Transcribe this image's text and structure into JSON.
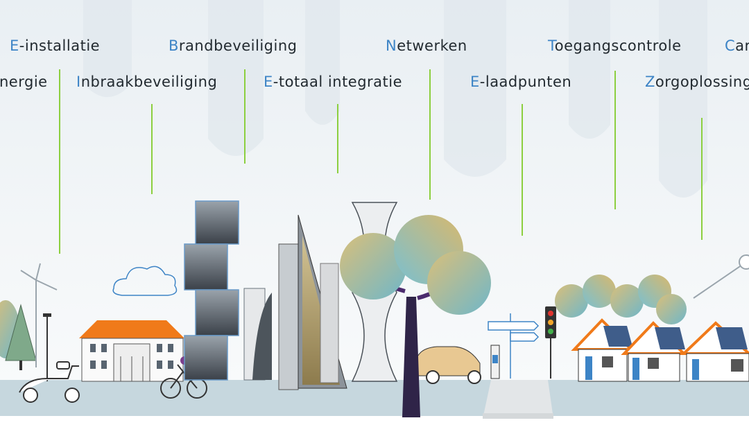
{
  "services": [
    {
      "id": "e-installatie",
      "first": "E",
      "rest": "-installatie"
    },
    {
      "id": "energie",
      "first": "",
      "rest": "nergie"
    },
    {
      "id": "brandbeveiliging",
      "first": "B",
      "rest": "randbeveiliging"
    },
    {
      "id": "inbraakbeveiliging",
      "first": "I",
      "rest": "nbraakbeveiliging"
    },
    {
      "id": "netwerken",
      "first": "N",
      "rest": "etwerken"
    },
    {
      "id": "e-totaal-integratie",
      "first": "E",
      "rest": "-totaal integratie"
    },
    {
      "id": "toegangscontrole",
      "first": "T",
      "rest": "oegangscontrole"
    },
    {
      "id": "e-laadpunten",
      "first": "E",
      "rest": "-laadpunten"
    },
    {
      "id": "camera",
      "first": "C",
      "rest": "ar"
    },
    {
      "id": "zorgoplossingen",
      "first": "Z",
      "rest": "orgoplossing"
    }
  ],
  "colors": {
    "accent_letter": "#3d84c6",
    "label_text": "#222a30",
    "connector_line": "#8ccf3f",
    "road": "#c6d7de",
    "roof_orange": "#f07a1a",
    "solar_panel": "#3f5d8a"
  },
  "icons": [
    "cloud-icon",
    "wind-turbine-icon",
    "scooter-icon",
    "bicycle-icon",
    "traffic-light-icon",
    "signpost-icon",
    "car-icon",
    "charging-station-icon"
  ]
}
